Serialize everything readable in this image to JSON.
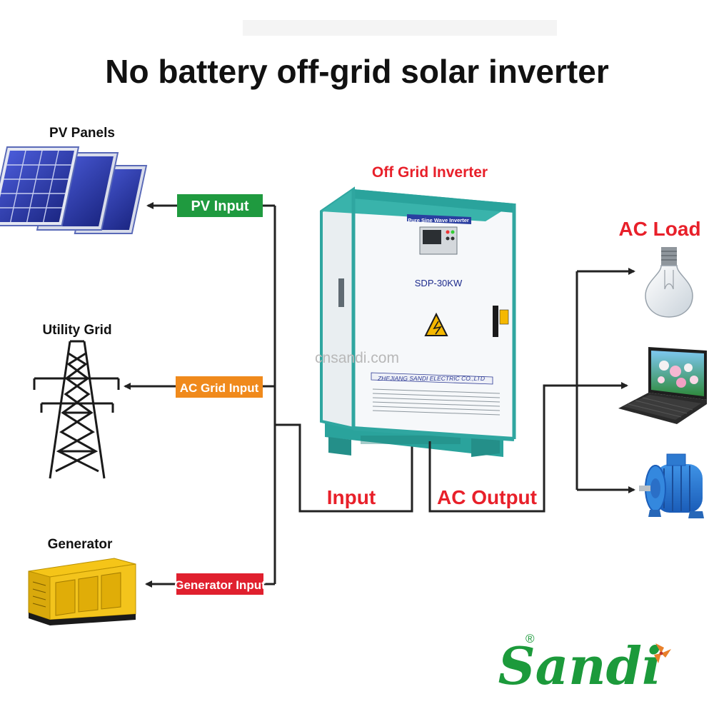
{
  "title": "No battery off-grid solar inverter",
  "sources": {
    "pv_panels": "PV Panels",
    "utility_grid": "Utility Grid",
    "generator": "Generator"
  },
  "input_tags": {
    "pv": "PV Input",
    "ac_grid": "AC Grid Input",
    "generator": "Generator Input"
  },
  "inverter": {
    "heading": "Off Grid Inverter",
    "banner": "Pure Sine Wave Inverter",
    "model": "SDP-30KW",
    "manufacturer": "ZHEJIANG SANDI ELECTRIC CO.,LTD"
  },
  "connections": {
    "input": "Input",
    "ac_output": "AC Output"
  },
  "ac_load": {
    "heading": "AC Load"
  },
  "watermark": "cnsandi.com",
  "brand": {
    "name": "Sandi",
    "registered": "®"
  },
  "colors": {
    "pv_tag": "#1f9a3f",
    "grid_tag": "#f08a1c",
    "generator_tag": "#e0202e",
    "accent_red": "#e8202a",
    "inverter_teal": "#2fa6a0",
    "brand_green": "#1c9a3b"
  }
}
